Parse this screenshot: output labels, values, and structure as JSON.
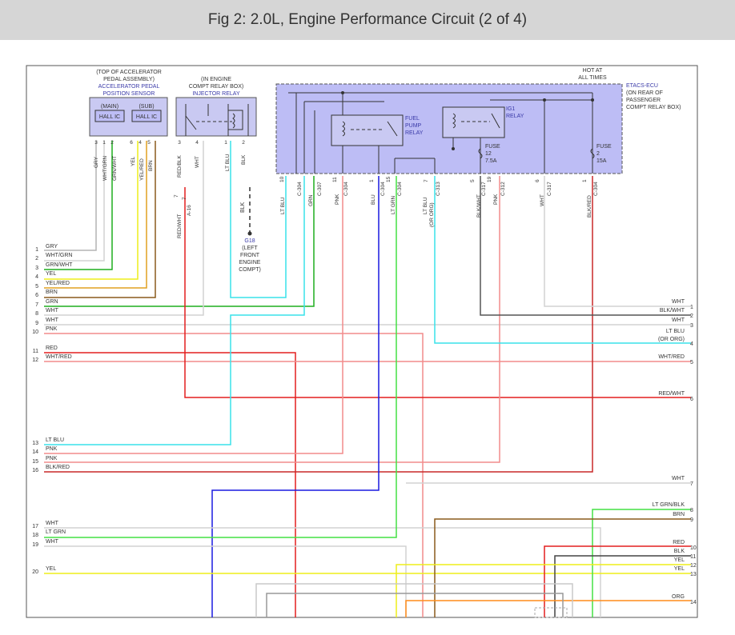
{
  "header": {
    "title": "Fig 2: 2.0L, Engine Performance Circuit (2 of 4)"
  },
  "components": {
    "app": {
      "line1": "(TOP OF ACCELERATOR",
      "line2": "PEDAL ASSEMBLY)",
      "line3": "ACCELERATOR PEDAL",
      "line4": "POSITION SENSOR",
      "main": "(MAIN)",
      "sub": "(SUB)",
      "hall_main": "HALL IC",
      "hall_sub": "HALL IC",
      "pins": [
        "3",
        "1",
        "2",
        "6",
        "4",
        "5"
      ]
    },
    "inj": {
      "line1": "(IN ENGINE",
      "line2": "COMPT RELAY BOX)",
      "line3": "INJECTOR RELAY",
      "pins": [
        "3",
        "4",
        "1",
        "2"
      ]
    },
    "ground": {
      "name": "G18",
      "line1": "(LEFT",
      "line2": "FRONT",
      "line3": "ENGINE",
      "line4": "COMPT)",
      "wire": "BLK"
    },
    "etacs": {
      "hot1": "HOT AT",
      "hot2": "ALL TIMES",
      "name": "ETACS-ECU",
      "line1": "(ON REAR OF",
      "line2": "PASSENGER",
      "line3": "COMPT RELAY BOX)",
      "fuel_relay": [
        "FUEL",
        "PUMP",
        "RELAY"
      ],
      "ig1_relay": [
        "IG1",
        "RELAY"
      ],
      "fuse12": [
        "FUSE",
        "12",
        "7.5A"
      ],
      "fuse2": [
        "FUSE",
        "2",
        "15A"
      ]
    },
    "vertical_wire_labels": [
      "GRY",
      "WHT/GRN",
      "GRN/WHT",
      "YEL",
      "YEL/RED",
      "BRN",
      "RED/BLK",
      "WHT",
      "LT BLU",
      "BLK",
      "RED/WHT",
      "A-16",
      "LT BLU",
      "GRN",
      "PNK",
      "BLU",
      "LT GRN",
      "LT BLU",
      "(OR ORG)",
      "BLK/WHT",
      "PNK",
      "WHT",
      "BLK/RED"
    ],
    "connector_labels": [
      "C-304",
      "C-307",
      "C-304",
      "C-304",
      "C-304",
      "C-313",
      "C-317",
      "C-312",
      "C-317",
      "C-304"
    ],
    "connector_pins": [
      "7",
      "10",
      "7",
      "11",
      "1",
      "15",
      "7",
      "5",
      "19",
      "6",
      "1"
    ]
  },
  "left_wires": [
    {
      "num": "1",
      "label": "GRY"
    },
    {
      "num": "2",
      "label": "WHT/GRN"
    },
    {
      "num": "3",
      "label": "GRN/WHT"
    },
    {
      "num": "4",
      "label": "YEL"
    },
    {
      "num": "5",
      "label": "YEL/RED"
    },
    {
      "num": "6",
      "label": "BRN"
    },
    {
      "num": "7",
      "label": "GRN"
    },
    {
      "num": "8",
      "label": "WHT"
    },
    {
      "num": "9",
      "label": "WHT"
    },
    {
      "num": "10",
      "label": "PNK"
    },
    {
      "num": "11",
      "label": "RED"
    },
    {
      "num": "12",
      "label": "WHT/RED"
    },
    {
      "num": "13",
      "label": "LT BLU"
    },
    {
      "num": "14",
      "label": "PNK"
    },
    {
      "num": "15",
      "label": "PNK"
    },
    {
      "num": "16",
      "label": "BLK/RED"
    },
    {
      "num": "17",
      "label": "WHT"
    },
    {
      "num": "18",
      "label": "LT GRN"
    },
    {
      "num": "19",
      "label": "WHT"
    },
    {
      "num": "20",
      "label": "YEL"
    }
  ],
  "right_wires": [
    {
      "num": "1",
      "label": "WHT"
    },
    {
      "num": "2",
      "label": "BLK/WHT"
    },
    {
      "num": "3",
      "label": "WHT"
    },
    {
      "num": "4",
      "label": "LT BLU"
    },
    {
      "num": "",
      "label": "(OR ORG)"
    },
    {
      "num": "5",
      "label": "WHT/RED"
    },
    {
      "num": "6",
      "label": "RED/WHT"
    },
    {
      "num": "7",
      "label": "WHT"
    },
    {
      "num": "8",
      "label": "LT GRN/BLK"
    },
    {
      "num": "9",
      "label": "BRN"
    },
    {
      "num": "10",
      "label": "RED"
    },
    {
      "num": "11",
      "label": "BLK"
    },
    {
      "num": "12",
      "label": "YEL"
    },
    {
      "num": "13",
      "label": "YEL"
    },
    {
      "num": "14",
      "label": "ORG"
    }
  ],
  "colors": {
    "GRY": "#b4b4b4",
    "WHT": "#d2d2d2",
    "GRN": "#1fae1f",
    "YEL": "#eeee1a",
    "BRN": "#8a5a1c",
    "RED": "#e41e1e",
    "PNK": "#f28b8b",
    "LTBLU": "#39e2ea",
    "BLU": "#1a1ae0",
    "LTGRN": "#44e044",
    "BLK": "#444444",
    "ORG": "#ff8c1a",
    "relaybox": "#bdbdf5",
    "box": "#c9c9f2"
  }
}
